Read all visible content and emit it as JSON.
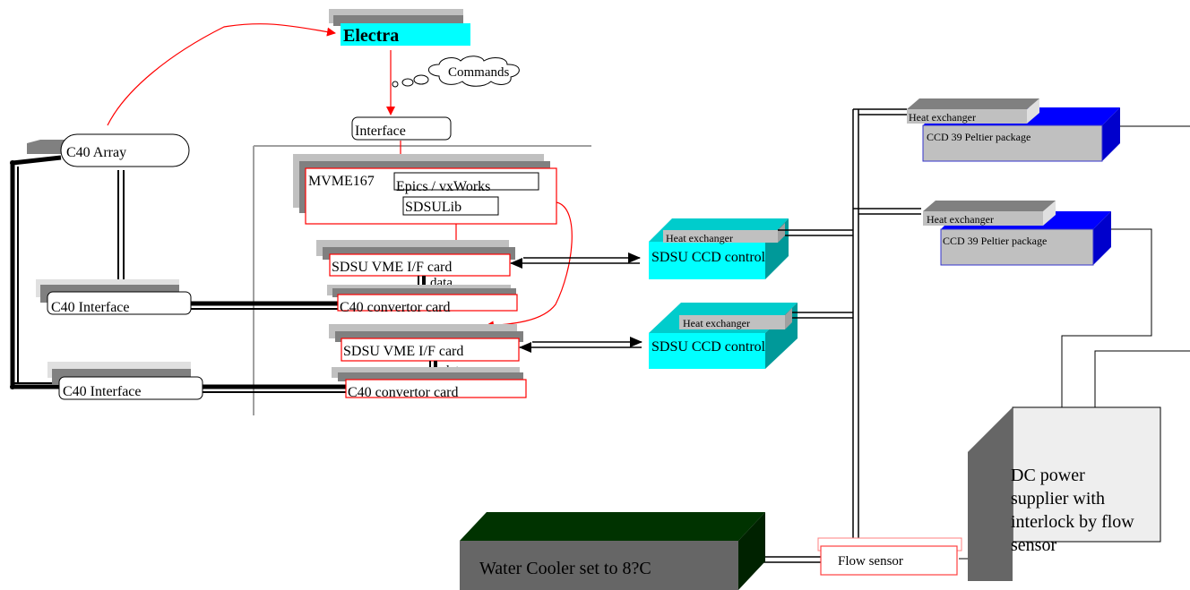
{
  "nodes": {
    "electra": "Electra",
    "commands": "Commands",
    "interface": "Interface",
    "c40_array": "C40 Array",
    "mvme167": "MVME167",
    "epics_vxworks": "Epics / vxWorks",
    "sdsulib": "SDSULib",
    "sdsu_vme_if_card_1": "SDSU VME I/F  card",
    "data_1": "data",
    "c40_convertor_card_1": "C40 convertor card",
    "sdsu_vme_if_card_2": "SDSU VME I/F  card",
    "data_2": "data",
    "c40_convertor_card_2": "C40 convertor card",
    "c40_interface_1": "C40 Interface",
    "c40_interface_2": "C40 Interface",
    "heat_exchanger_ctrl_1": "Heat exchanger",
    "sdsu_ccd_controller_1": "SDSU CCD controller",
    "heat_exchanger_ctrl_2": "Heat exchanger",
    "sdsu_ccd_controller_2": "SDSU CCD controller",
    "heat_exchanger_ccd_1": "Heat exchanger",
    "ccd39_peltier_1": "CCD 39 Peltier package",
    "heat_exchanger_ccd_2": "Heat exchanger",
    "ccd39_peltier_2": "CCD 39 Peltier package",
    "dc_power_line1": "DC power",
    "dc_power_line2": "supplier with",
    "dc_power_line3": "interlock by flow",
    "dc_power_line4": "sensor",
    "water_cooler": "Water Cooler set to 8?C",
    "flow_sensor": "Flow sensor"
  },
  "colors": {
    "cyan": "#00ffff",
    "teal_face": "#00cccc",
    "teal_side": "#009999",
    "gray_shadow": "#808080",
    "light_shadow": "#c0c0c0",
    "red": "#ff0000",
    "blue": "#0000ff",
    "dark_green": "#003300",
    "green_face": "#666666",
    "power_front": "#eeeeee",
    "power_side": "#666666"
  }
}
